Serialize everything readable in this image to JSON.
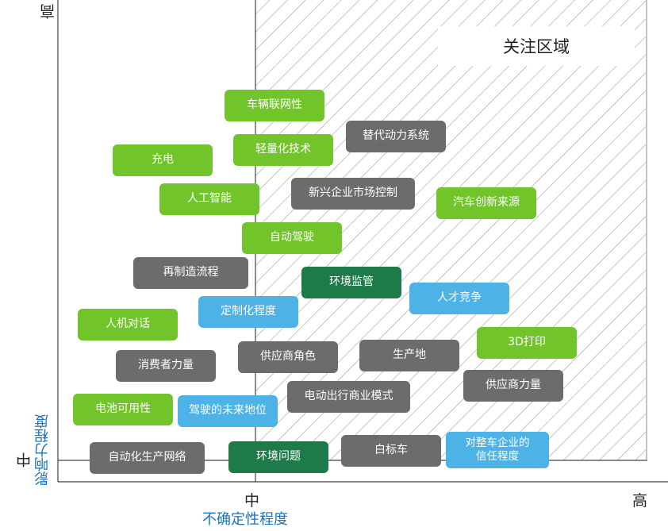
{
  "focus_area": "关注区域",
  "axes": {
    "x_title": "不确定性程度",
    "x_mid": "中",
    "x_high": "高",
    "y_title": "影响力程度",
    "y_mid": "中",
    "y_high": "高"
  },
  "items": [
    {
      "label": "车辆联网性",
      "color": "#72c42b"
    },
    {
      "label": "替代动力系统",
      "color": "#6c6c6c"
    },
    {
      "label": "充电",
      "color": "#72c42b"
    },
    {
      "label": "轻量化技术",
      "color": "#72c42b"
    },
    {
      "label": "人工智能",
      "color": "#72c42b"
    },
    {
      "label": "新兴企业市场控制",
      "color": "#6c6c6c"
    },
    {
      "label": "汽车创新来源",
      "color": "#72c42b"
    },
    {
      "label": "自动驾驶",
      "color": "#72c42b"
    },
    {
      "label": "再制造流程",
      "color": "#6c6c6c"
    },
    {
      "label": "环境监管",
      "color": "#1e7a48"
    },
    {
      "label": "人才竞争",
      "color": "#4db2e6"
    },
    {
      "label": "定制化程度",
      "color": "#4db2e6"
    },
    {
      "label": "人机对话",
      "color": "#72c42b"
    },
    {
      "label": "3D打印",
      "color": "#72c42b"
    },
    {
      "label": "消费者力量",
      "color": "#6c6c6c"
    },
    {
      "label": "供应商角色",
      "color": "#6c6c6c"
    },
    {
      "label": "生产地",
      "color": "#6c6c6c"
    },
    {
      "label": "供应商力量",
      "color": "#6c6c6c"
    },
    {
      "label": "电动出行商业模式",
      "color": "#6c6c6c"
    },
    {
      "label": "电池可用性",
      "color": "#72c42b"
    },
    {
      "label": "驾驶的未来地位",
      "color": "#4db2e6"
    },
    {
      "label": "对整车企业的信任程度",
      "color": "#4db2e6"
    },
    {
      "label": "白标车",
      "color": "#6c6c6c"
    },
    {
      "label": "自动化生产网络",
      "color": "#6c6c6c"
    },
    {
      "label": "环境问题",
      "color": "#1e7a48"
    }
  ]
}
